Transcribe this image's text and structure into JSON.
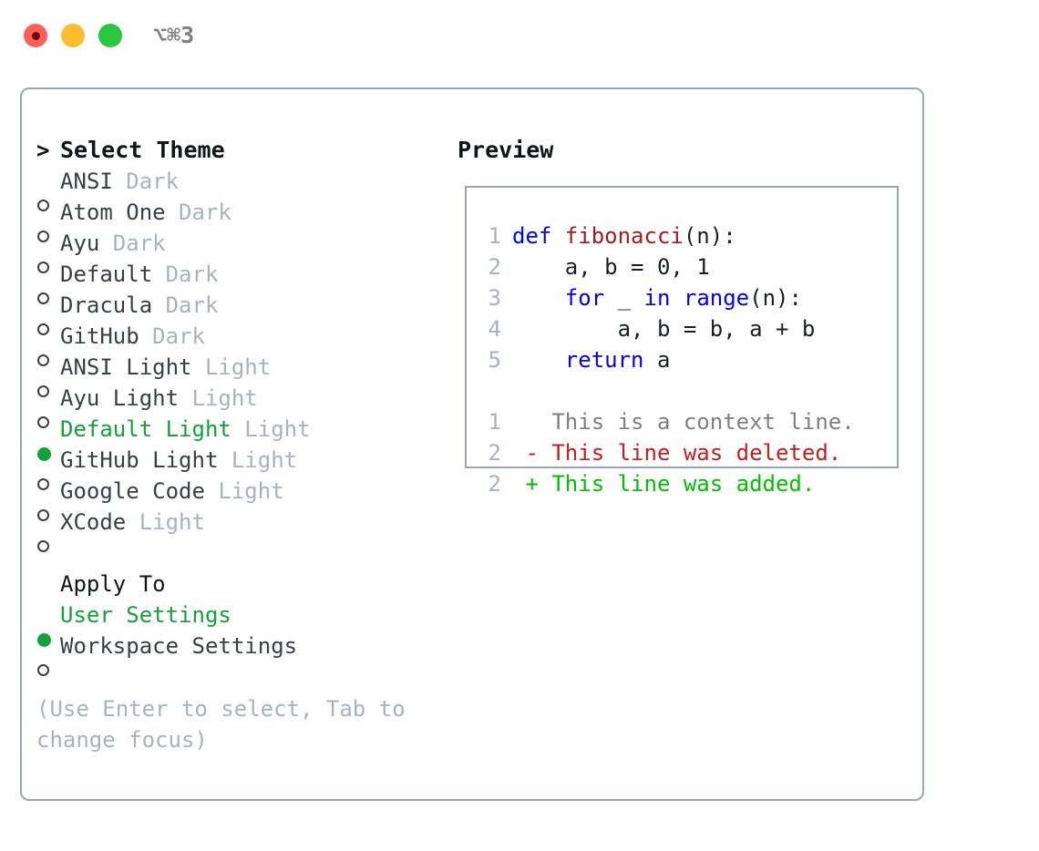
{
  "titlebar": {
    "shortcut": "⌥⌘3",
    "buttons": [
      {
        "name": "close",
        "color": "#ff5f57"
      },
      {
        "name": "minimize",
        "color": "#ffbd2e"
      },
      {
        "name": "maximize",
        "color": "#28c840"
      }
    ]
  },
  "theme_picker": {
    "caret": ">",
    "heading": "Select Theme",
    "items": [
      {
        "marker": "○",
        "label": "ANSI",
        "variant": "Dark",
        "selected": false
      },
      {
        "marker": "○",
        "label": "Atom One",
        "variant": "Dark",
        "selected": false
      },
      {
        "marker": "○",
        "label": "Ayu",
        "variant": "Dark",
        "selected": false
      },
      {
        "marker": "○",
        "label": "Default",
        "variant": "Dark",
        "selected": false
      },
      {
        "marker": "○",
        "label": "Dracula",
        "variant": "Dark",
        "selected": false
      },
      {
        "marker": "○",
        "label": "GitHub",
        "variant": "Dark",
        "selected": false
      },
      {
        "marker": "○",
        "label": "ANSI Light",
        "variant": "Light",
        "selected": false
      },
      {
        "marker": "○",
        "label": "Ayu Light",
        "variant": "Light",
        "selected": false
      },
      {
        "marker": "●",
        "label": "Default Light",
        "variant": "Light",
        "selected": true
      },
      {
        "marker": "○",
        "label": "GitHub Light",
        "variant": "Light",
        "selected": false
      },
      {
        "marker": "○",
        "label": "Google Code",
        "variant": "Light",
        "selected": false
      },
      {
        "marker": "○",
        "label": "XCode",
        "variant": "Light",
        "selected": false
      }
    ]
  },
  "apply_to": {
    "heading": "Apply To",
    "items": [
      {
        "marker": "●",
        "label": "User Settings",
        "selected": true
      },
      {
        "marker": "○",
        "label": "Workspace Settings",
        "selected": false
      }
    ]
  },
  "hint": "(Use Enter to select, Tab to change focus)",
  "preview": {
    "title": "Preview",
    "code_lines": [
      {
        "no": "1",
        "tokens": [
          {
            "t": "def ",
            "c": "kw"
          },
          {
            "t": "fibonacci",
            "c": "fn"
          },
          {
            "t": "(n):",
            "c": "pl"
          }
        ]
      },
      {
        "no": "2",
        "tokens": [
          {
            "t": "    a, b = 0, 1",
            "c": "pl"
          }
        ]
      },
      {
        "no": "3",
        "tokens": [
          {
            "t": "    ",
            "c": "pl"
          },
          {
            "t": "for",
            "c": "kw"
          },
          {
            "t": " _ ",
            "c": "pl"
          },
          {
            "t": "in",
            "c": "kw"
          },
          {
            "t": " ",
            "c": "pl"
          },
          {
            "t": "range",
            "c": "kw"
          },
          {
            "t": "(n):",
            "c": "pl"
          }
        ]
      },
      {
        "no": "4",
        "tokens": [
          {
            "t": "        a, b = b, a + b",
            "c": "pl"
          }
        ]
      },
      {
        "no": "5",
        "tokens": [
          {
            "t": "    ",
            "c": "pl"
          },
          {
            "t": "return",
            "c": "kw"
          },
          {
            "t": " a",
            "c": "pl"
          }
        ]
      }
    ],
    "diff_lines": [
      {
        "no": "1",
        "sign": "  ",
        "text": "This is a context line.",
        "kind": "diff-ctx"
      },
      {
        "no": "2",
        "sign": "- ",
        "text": "This line was deleted.",
        "kind": "diff-del"
      },
      {
        "no": "2",
        "sign": "+ ",
        "text": "This line was added.",
        "kind": "diff-add"
      }
    ]
  },
  "colors": {
    "accent_green": "#11a23a",
    "border": "#9aa5b5",
    "muted": "#a8b2c1",
    "keyword": "#0000ff",
    "function": "#a61c1c",
    "diff_added": "#00c000",
    "diff_deleted": "#c41e1e",
    "diff_context": "#808080"
  }
}
